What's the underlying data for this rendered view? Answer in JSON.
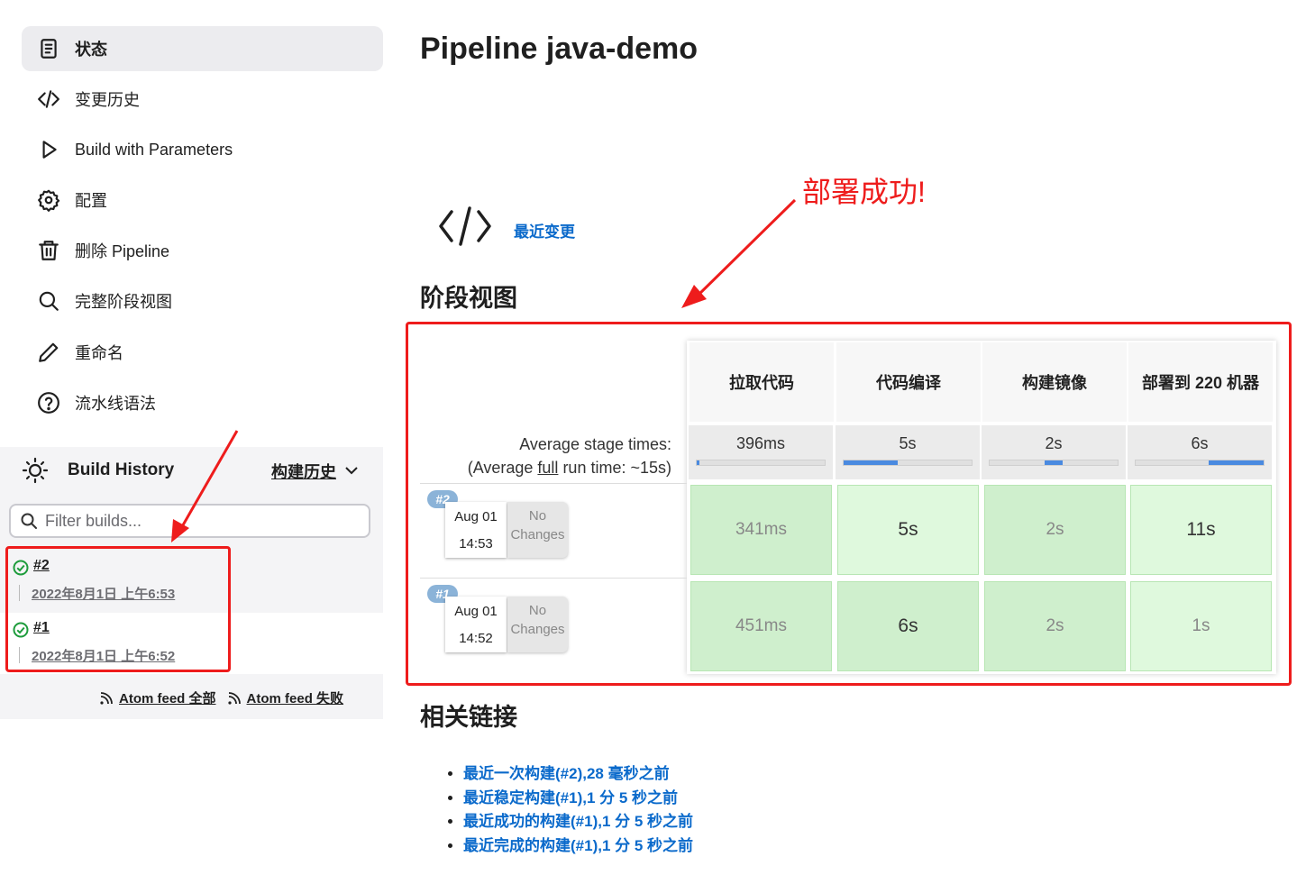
{
  "sidebar": {
    "items": [
      {
        "label": "状态",
        "icon": "document-icon"
      },
      {
        "label": "变更历史",
        "icon": "code-icon"
      },
      {
        "label": "Build with Parameters",
        "icon": "play-icon"
      },
      {
        "label": "配置",
        "icon": "gear-icon"
      },
      {
        "label": "删除 Pipeline",
        "icon": "trash-icon"
      },
      {
        "label": "完整阶段视图",
        "icon": "search-icon"
      },
      {
        "label": "重命名",
        "icon": "pencil-icon"
      },
      {
        "label": "流水线语法",
        "icon": "help-icon"
      }
    ]
  },
  "build_history": {
    "title": "Build History",
    "trend": "构建历史",
    "filter_placeholder": "Filter builds...",
    "builds": [
      {
        "number": "#2",
        "date": "2022年8月1日 上午6:53",
        "status": "success"
      },
      {
        "number": "#1",
        "date": "2022年8月1日 上午6:52",
        "status": "success"
      }
    ],
    "feed_all": "Atom feed 全部",
    "feed_failed": "Atom feed 失败"
  },
  "main": {
    "title": "Pipeline java-demo",
    "annotation": "部署成功!",
    "recent_changes": "最近变更",
    "stage_view_title": "阶段视图",
    "related_links_title": "相关链接",
    "related_links": [
      "最近一次构建(#2),28 毫秒之前",
      "最近稳定构建(#1),1 分 5 秒之前",
      "最近成功的构建(#1),1 分 5 秒之前",
      "最近完成的构建(#1),1 分 5 秒之前"
    ]
  },
  "stage_view": {
    "avg_line1": "Average stage times:",
    "avg_line2_pre": "(Average ",
    "avg_line2_link": "full",
    "avg_line2_post": " run time: ~15s)",
    "stages": [
      {
        "name": "拉取代码",
        "avg": "396ms",
        "bar_start": 0.0,
        "bar_fraction": 0.02
      },
      {
        "name": "代码编译",
        "avg": "5s",
        "bar_start": 0.0,
        "bar_fraction": 0.42
      },
      {
        "name": "构建镜像",
        "avg": "2s",
        "bar_start": 0.43,
        "bar_fraction": 0.14
      },
      {
        "name": "部署到 220 机器",
        "avg": "6s",
        "bar_start": 0.57,
        "bar_fraction": 0.43
      }
    ],
    "runs": [
      {
        "badge": "#2",
        "date": "Aug 01",
        "time": "14:53",
        "changes": "No Changes",
        "cells": [
          "341ms",
          "5s",
          "2s",
          "11s"
        ]
      },
      {
        "badge": "#1",
        "date": "Aug 01",
        "time": "14:52",
        "changes": "No Changes",
        "cells": [
          "451ms",
          "6s",
          "2s",
          "1s"
        ]
      }
    ]
  }
}
